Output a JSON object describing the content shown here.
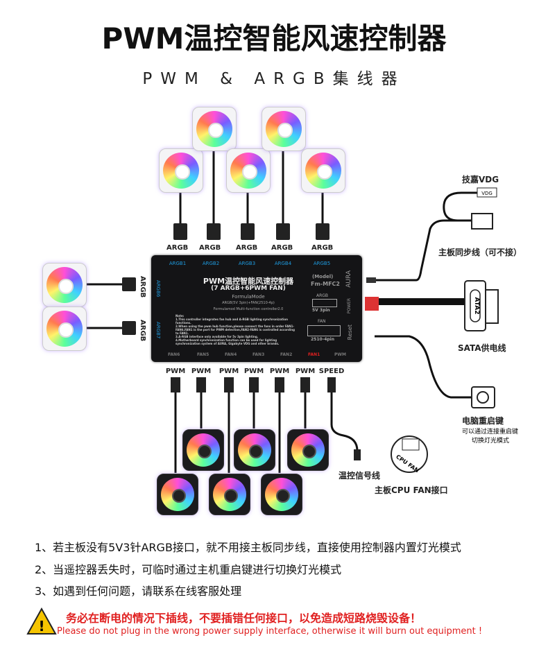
{
  "title": "PWM温控智能风速控制器",
  "subtitle": "PWM & ARGB集线器",
  "top_connector_labels": [
    "ARGB",
    "ARGB",
    "ARGB",
    "ARGB",
    "ARGB"
  ],
  "left_connector_labels": [
    "ARGB",
    "ARGB"
  ],
  "bottom_connector_labels": [
    "PWM",
    "PWM",
    "PWM",
    "PWM",
    "PWM",
    "PWM",
    "SPEED"
  ],
  "controller": {
    "port_labels_top": [
      "ARGB1",
      "ARGB2",
      "ARGB3",
      "ARGB4",
      "ARGB5"
    ],
    "port_labels_left": [
      "ARGB6",
      "ARGB7"
    ],
    "port_labels_bottom": [
      "FAN6",
      "FAN5",
      "FAN4",
      "FAN3",
      "FAN2",
      "FAN1",
      "PWM"
    ],
    "title": "PWM温控智能风速控制器",
    "subtitle": "(7 ARGB+6PWM FAN)",
    "brand": "FormulaMode",
    "spec": "ARGB(5V 3pin)+FAN(2510-4p)",
    "model_line": "Formulamod Multi-function controller2.0",
    "model_label": "(Model)",
    "model": "Fm-MFC2",
    "aura": "AURA",
    "argb_port": "ARGB",
    "argb_pin": "5V 3pin",
    "fan_port": "FAN",
    "fan_pin": "2510-4pin",
    "power": "POWER",
    "reset": "Reset",
    "notes": [
      "Note:",
      "1.This controller integrates fan hub and A-RGB lighting synchronization functions.",
      "2.When using the pwm hub function,please connect the fans in order FAN1-FAN6.FAN1 is the port for PWM detection,FAN2-FAN6 is controlled according to FAN1.",
      "3.A-RGB interface only available for 5v 3pin lighting.",
      "4.Motherboard synchronization function can be used for lighting synchronization system of AURA, Gigabyte VDG and other brands."
    ]
  },
  "right": {
    "vdg_label": "技嘉VDG",
    "vdg_plug": "VDG",
    "sync_label": "主板同步线（可不接）",
    "ata": "ATA2",
    "sata_label": "SATA供电线",
    "restart_label": "电脑重启键",
    "restart_desc1": "可以通过连接重启键",
    "restart_desc2": "切换灯光模式",
    "cpu_fan_icon": "CPU FAN",
    "cpu_fan_label": "主板CPU FAN接口",
    "temp_label": "温控信号线"
  },
  "notes": [
    "1、若主板没有5V3针ARGB接口，就不用接主板同步线，直接使用控制器内置灯光模式",
    "2、当遥控器丢失时，可临时通过主机重启键进行切换灯光模式",
    "3、如遇到任何问题，请联系在线客服处理"
  ],
  "warning": {
    "icon": "warning-triangle-icon",
    "cn": "务必在断电的情况下插线，不要插错任何接口，以免造成短路烧毁设备！",
    "en": "Please do not plug in the wrong power supply interface, otherwise it will burn out equipment !",
    "color": "#e02020"
  },
  "colors": {
    "accent_blue": "#1e9be0",
    "fan1_red": "#e02020"
  }
}
